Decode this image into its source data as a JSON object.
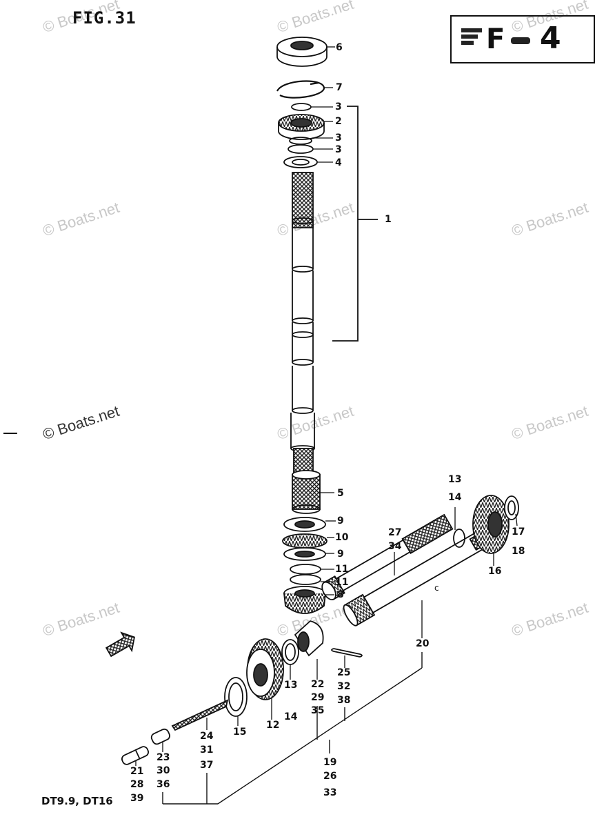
{
  "figure": {
    "title": "FIG.31"
  },
  "badge": {
    "letter": "F",
    "number": "4"
  },
  "model": {
    "text": "DT9.9, DT16"
  },
  "watermark": {
    "text": "© Boats.net"
  },
  "labels": {
    "l6": "6",
    "l7": "7",
    "l3a": "3",
    "l2": "2",
    "l3b": "3",
    "l3c": "3",
    "l4": "4",
    "l1": "1",
    "l5": "5",
    "l9a": "9",
    "l10": "10",
    "l9b": "9",
    "l11a": "11",
    "l11b": "11",
    "l8": "8",
    "l13a": "13",
    "l14a": "14",
    "l17": "17",
    "l18": "18",
    "l16": "16",
    "l27": "27",
    "l34": "34",
    "l20": "20",
    "l25": "25",
    "l32": "32",
    "l38": "38",
    "l22": "22",
    "l29": "29",
    "l35": "35",
    "l13b": "13",
    "l14b": "14",
    "l12": "12",
    "l15": "15",
    "l24": "24",
    "l31": "31",
    "l37": "37",
    "l23": "23",
    "l30": "30",
    "l36": "36",
    "l21": "21",
    "l28": "28",
    "l39": "39",
    "l19": "19",
    "l26": "26",
    "l33": "33",
    "cmark": "c"
  }
}
